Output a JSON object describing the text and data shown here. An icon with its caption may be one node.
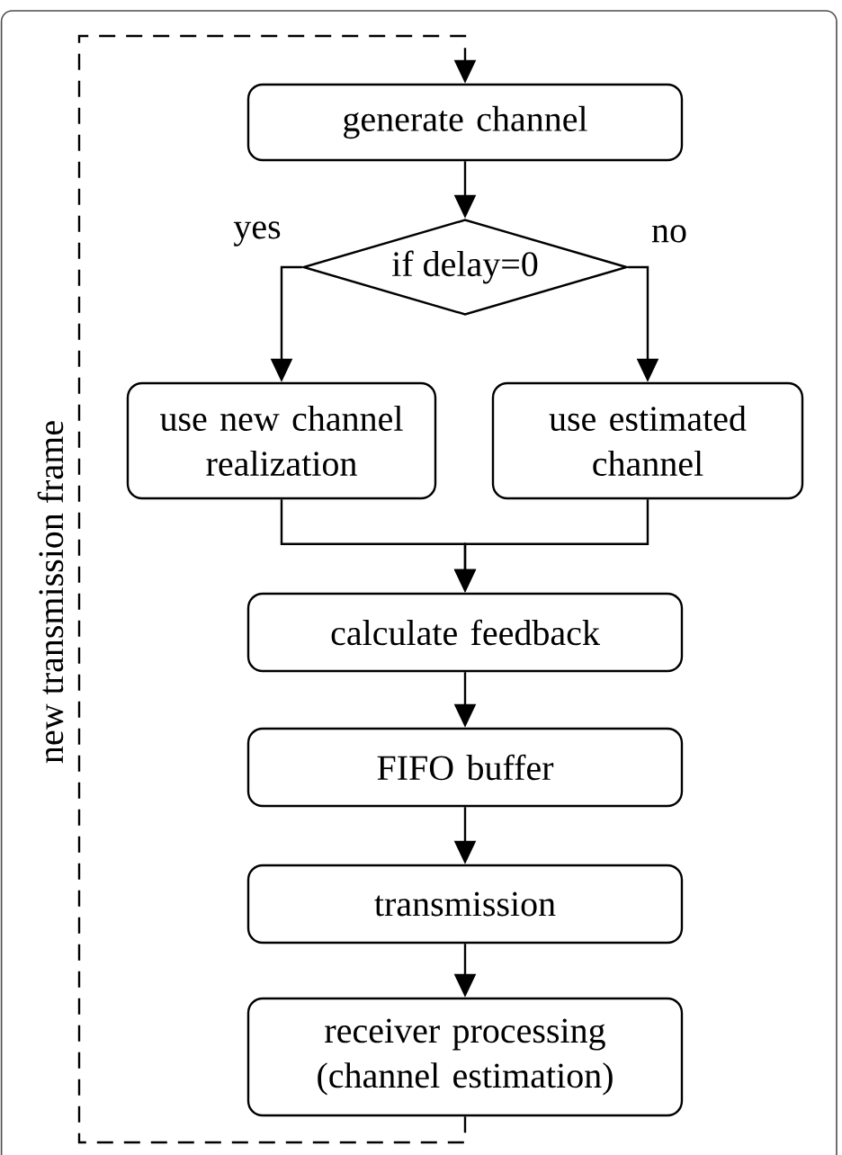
{
  "diagram": {
    "nodes": [
      {
        "text": [
          "generate channel"
        ]
      },
      {
        "text": [
          "if delay=0"
        ]
      },
      {
        "text": [
          "use new channel realization"
        ]
      },
      {
        "text": [
          "use estimated channel"
        ]
      },
      {
        "text": [
          "calculate feedback"
        ]
      },
      {
        "text": [
          "FIFO buffer"
        ]
      },
      {
        "text": [
          "transmission"
        ]
      },
      {
        "text": [
          "receiver processing (channel estimation)"
        ]
      }
    ],
    "edges": [
      {
        "from": 0,
        "to": 1,
        "arrow": "to"
      },
      {
        "from": 1,
        "to": 2,
        "arrow": "to",
        "label": "yes"
      },
      {
        "from": 1,
        "to": 3,
        "arrow": "to",
        "label": "no"
      },
      {
        "from": 2,
        "to": 4,
        "arrow": "to"
      },
      {
        "from": 3,
        "to": 4,
        "arrow": "to"
      },
      {
        "from": 4,
        "to": 5,
        "arrow": "to"
      },
      {
        "from": 5,
        "to": 6,
        "arrow": "to"
      },
      {
        "from": 6,
        "to": 7,
        "arrow": "to"
      },
      {
        "from": 7,
        "to": 0,
        "arrow": "to",
        "style": "dashed",
        "label": "new transmission frame"
      }
    ]
  }
}
